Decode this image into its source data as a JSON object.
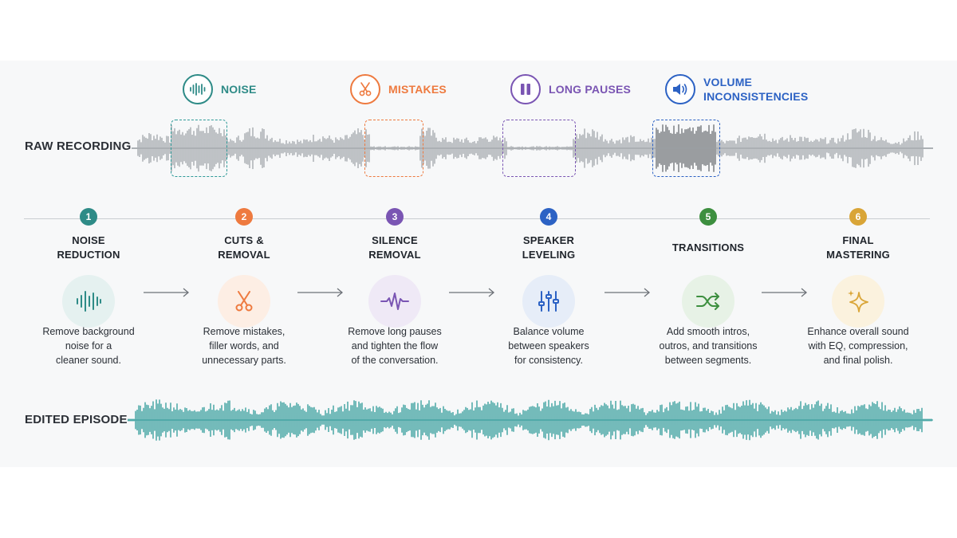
{
  "problems": [
    {
      "label": "NOISE",
      "icon": "waveform-icon",
      "color": "#2e8b87"
    },
    {
      "label": "MISTAKES",
      "icon": "scissors-icon",
      "color": "#ee7a3f"
    },
    {
      "label": "LONG PAUSES",
      "icon": "pause-icon",
      "color": "#7a55b3"
    },
    {
      "label": "VOLUME\nINCONSISTENCIES",
      "icon": "speaker-icon",
      "color": "#2c62c4"
    }
  ],
  "raw_label": "RAW RECORDING",
  "edited_label": "EDITED EPISODE",
  "steps": [
    {
      "num": "1",
      "title": "NOISE\nREDUCTION",
      "desc": "Remove background\nnoise for a\ncleaner sound.",
      "color": "#2e8b87",
      "bg": "#e5f1f0",
      "icon": "waveform-icon"
    },
    {
      "num": "2",
      "title": "CUTS &\nREMOVAL",
      "desc": "Remove mistakes,\nfiller words, and\nunnecessary parts.",
      "color": "#ee7a3f",
      "bg": "#fdeee4",
      "icon": "scissors-icon"
    },
    {
      "num": "3",
      "title": "SILENCE\nREMOVAL",
      "desc": "Remove long pauses\nand tighten the flow\nof the conversation.",
      "color": "#7a55b3",
      "bg": "#efe9f6",
      "icon": "pulse-icon"
    },
    {
      "num": "4",
      "title": "SPEAKER\nLEVELING",
      "desc": "Balance volume\nbetween speakers\nfor consistency.",
      "color": "#2c62c4",
      "bg": "#e6edf8",
      "icon": "sliders-icon"
    },
    {
      "num": "5",
      "title": "TRANSITIONS",
      "desc": "Add smooth intros,\noutros, and transitions\nbetween segments.",
      "color": "#3d8f3f",
      "bg": "#e7f2e6",
      "icon": "shuffle-icon"
    },
    {
      "num": "6",
      "title": "FINAL\nMASTERING",
      "desc": "Enhance overall sound\nwith EQ, compression,\nand final polish.",
      "color": "#d9a537",
      "bg": "#fbf2de",
      "icon": "sparkle-icon"
    }
  ],
  "colors": {
    "raw_wave": "#9a9ea3",
    "raw_wave_dark": "#5d6166",
    "edited_wave": "#2e9a98"
  }
}
